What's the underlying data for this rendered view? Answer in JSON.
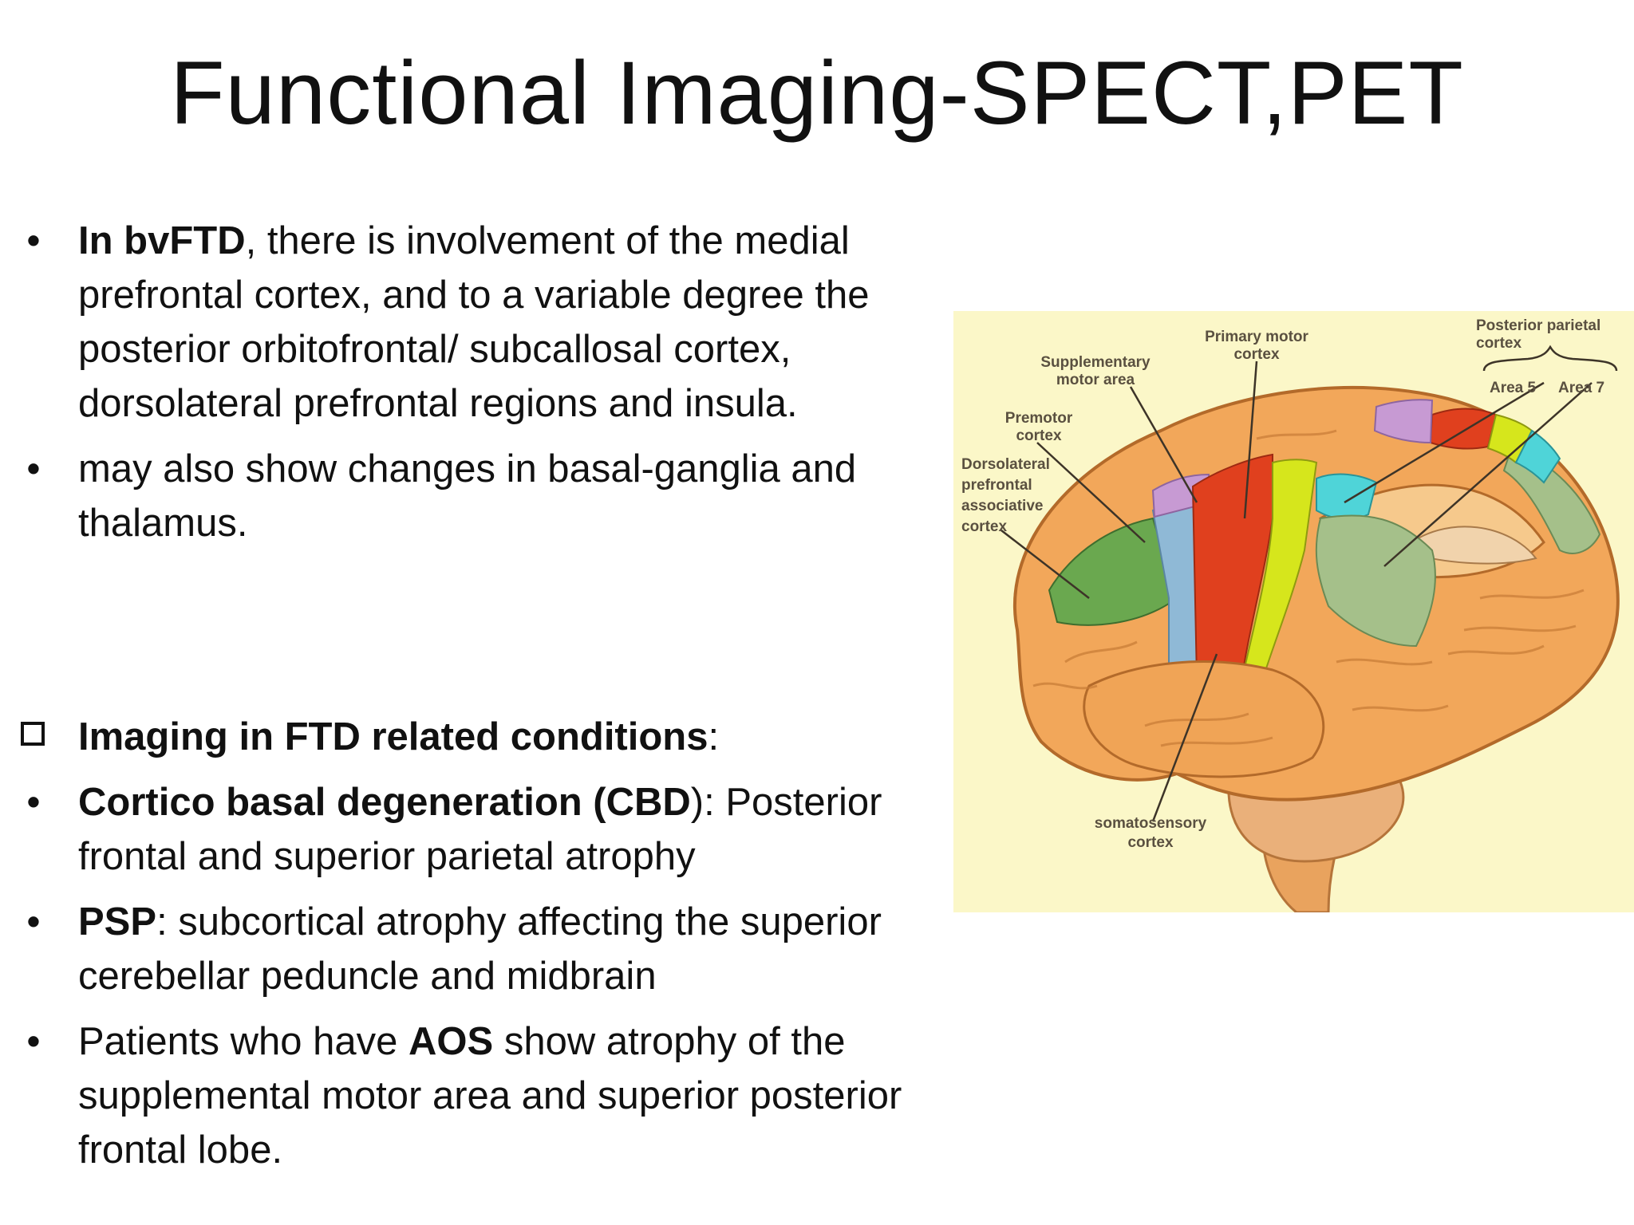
{
  "title": "Functional Imaging-SPECT,PET",
  "bullets_top": [
    {
      "bold": "In bvFTD",
      "text": ", there is involvement of the medial prefrontal cortex, and to a variable degree the posterior orbitofrontal/ subcallosal cortex, dorsolateral prefrontal regions and insula."
    },
    {
      "bold": "",
      "text": "may also show changes in basal-ganglia and thalamus."
    }
  ],
  "section_heading": {
    "bold": "Imaging in FTD related conditions",
    "suffix": ":"
  },
  "bullets_bottom": [
    {
      "bold": "Cortico basal degeneration (CBD",
      "rest": "): Posterior frontal and superior parietal atrophy"
    },
    {
      "bold": "PSP",
      "rest": ": subcortical atrophy affecting the superior cerebellar peduncle and midbrain"
    },
    {
      "pre": "Patients who have ",
      "bold": "AOS",
      "rest": " show atrophy of the supplemental motor area and superior posterior frontal lobe."
    }
  ],
  "bullet_glyph": "•",
  "figure_labels": {
    "primary_motor": [
      "Primary motor",
      "cortex"
    ],
    "supplementary": [
      "Supplementary",
      "motor area"
    ],
    "premotor": [
      "Premotor",
      "cortex"
    ],
    "dorsolateral": [
      "Dorsolateral",
      "prefrontal",
      "associative",
      "cortex"
    ],
    "posterior_parietal": [
      "Posterior parietal",
      "cortex"
    ],
    "area5": "Area 5",
    "area7": "Area 7",
    "somatosensory": [
      "somatosensory",
      "cortex"
    ]
  },
  "colors": {
    "figure_bg": "#fbf7c8",
    "brain": "#f2a75a",
    "primary_motor": "#e0401e",
    "somatosensory_strip": "#d6e61c",
    "supplementary": "#c79ad3",
    "premotor": "#8fb9d6",
    "dorsolateral": "#6aa84f",
    "posterior_parietal": "#a5c08a",
    "area5": "#4fd4d8"
  }
}
